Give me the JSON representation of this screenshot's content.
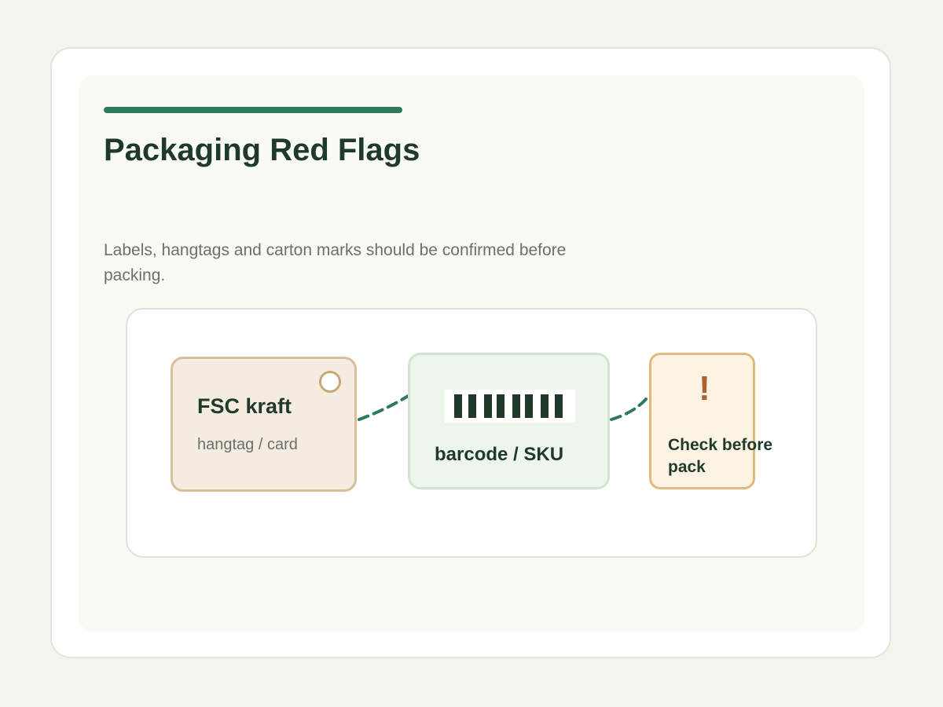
{
  "header": {
    "title": "Packaging Red Flags",
    "description": "Labels, hangtags and carton marks should be confirmed before packing."
  },
  "diagram": {
    "hangtag": {
      "title": "FSC kraft",
      "subtitle": "hangtag / card"
    },
    "barcode": {
      "label": "barcode / SKU"
    },
    "check": {
      "mark": "!",
      "label": "Check before pack"
    }
  },
  "colors": {
    "accent": "#2f7a5c",
    "title_text": "#1f3a2b",
    "hangtag_fill": "#f4ece1",
    "hangtag_border": "#d9bf98",
    "barcode_fill": "#eef5ec",
    "check_fill": "#fdf3e4",
    "check_border": "#e3b97a",
    "warning": "#b0602b"
  },
  "icons": {
    "hangtag_hole": "circle-icon",
    "barcode": "barcode-icon",
    "warning": "exclamation-icon"
  }
}
